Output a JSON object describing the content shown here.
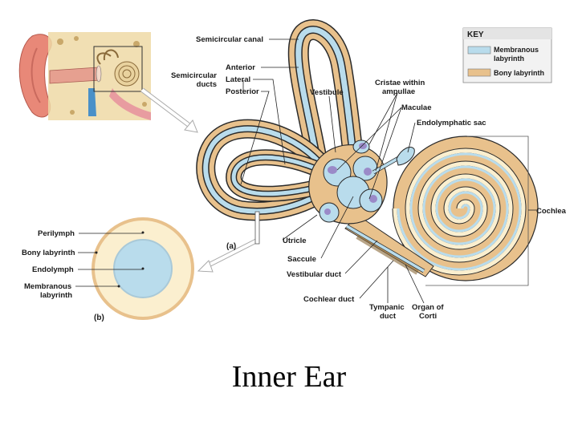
{
  "caption": "Inner Ear",
  "key": {
    "title": "KEY",
    "items": [
      {
        "label": "Membranous",
        "label2": "labyrinth",
        "color": "#b9dcec"
      },
      {
        "label": "Bony labyrinth",
        "label2": "",
        "color": "#e8c18c"
      }
    ]
  },
  "panel_a": {
    "tag": "(a)",
    "labels": {
      "semicircular_canal": "Semicircular canal",
      "semicircular_ducts_1": "Semicircular",
      "semicircular_ducts_2": "ducts",
      "anterior": "Anterior",
      "lateral": "Lateral",
      "posterior": "Posterior",
      "vestibule": "Vestibule",
      "cristae_1": "Cristae within",
      "cristae_2": "ampullae",
      "maculae": "Maculae",
      "endolymphatic_sac": "Endolymphatic sac",
      "cochlea": "Cochlea",
      "utricle": "Utricle",
      "saccule": "Saccule",
      "vestibular_duct": "Vestibular duct",
      "cochlear_duct": "Cochlear duct",
      "tympanic_duct_1": "Tympanic",
      "tympanic_duct_2": "duct",
      "organ_corti_1": "Organ of",
      "organ_corti_2": "Corti"
    }
  },
  "panel_b": {
    "tag": "(b)",
    "labels": {
      "perilymph": "Perilymph",
      "bony_labyrinth": "Bony labyrinth",
      "endolymph": "Endolymph",
      "membranous_1": "Membranous",
      "membranous_2": "labyrinth"
    }
  },
  "colors": {
    "membranous": "#b9dcec",
    "bony": "#e8c18c",
    "bony_light": "#fbefcf",
    "outline": "#2a2a2a"
  }
}
